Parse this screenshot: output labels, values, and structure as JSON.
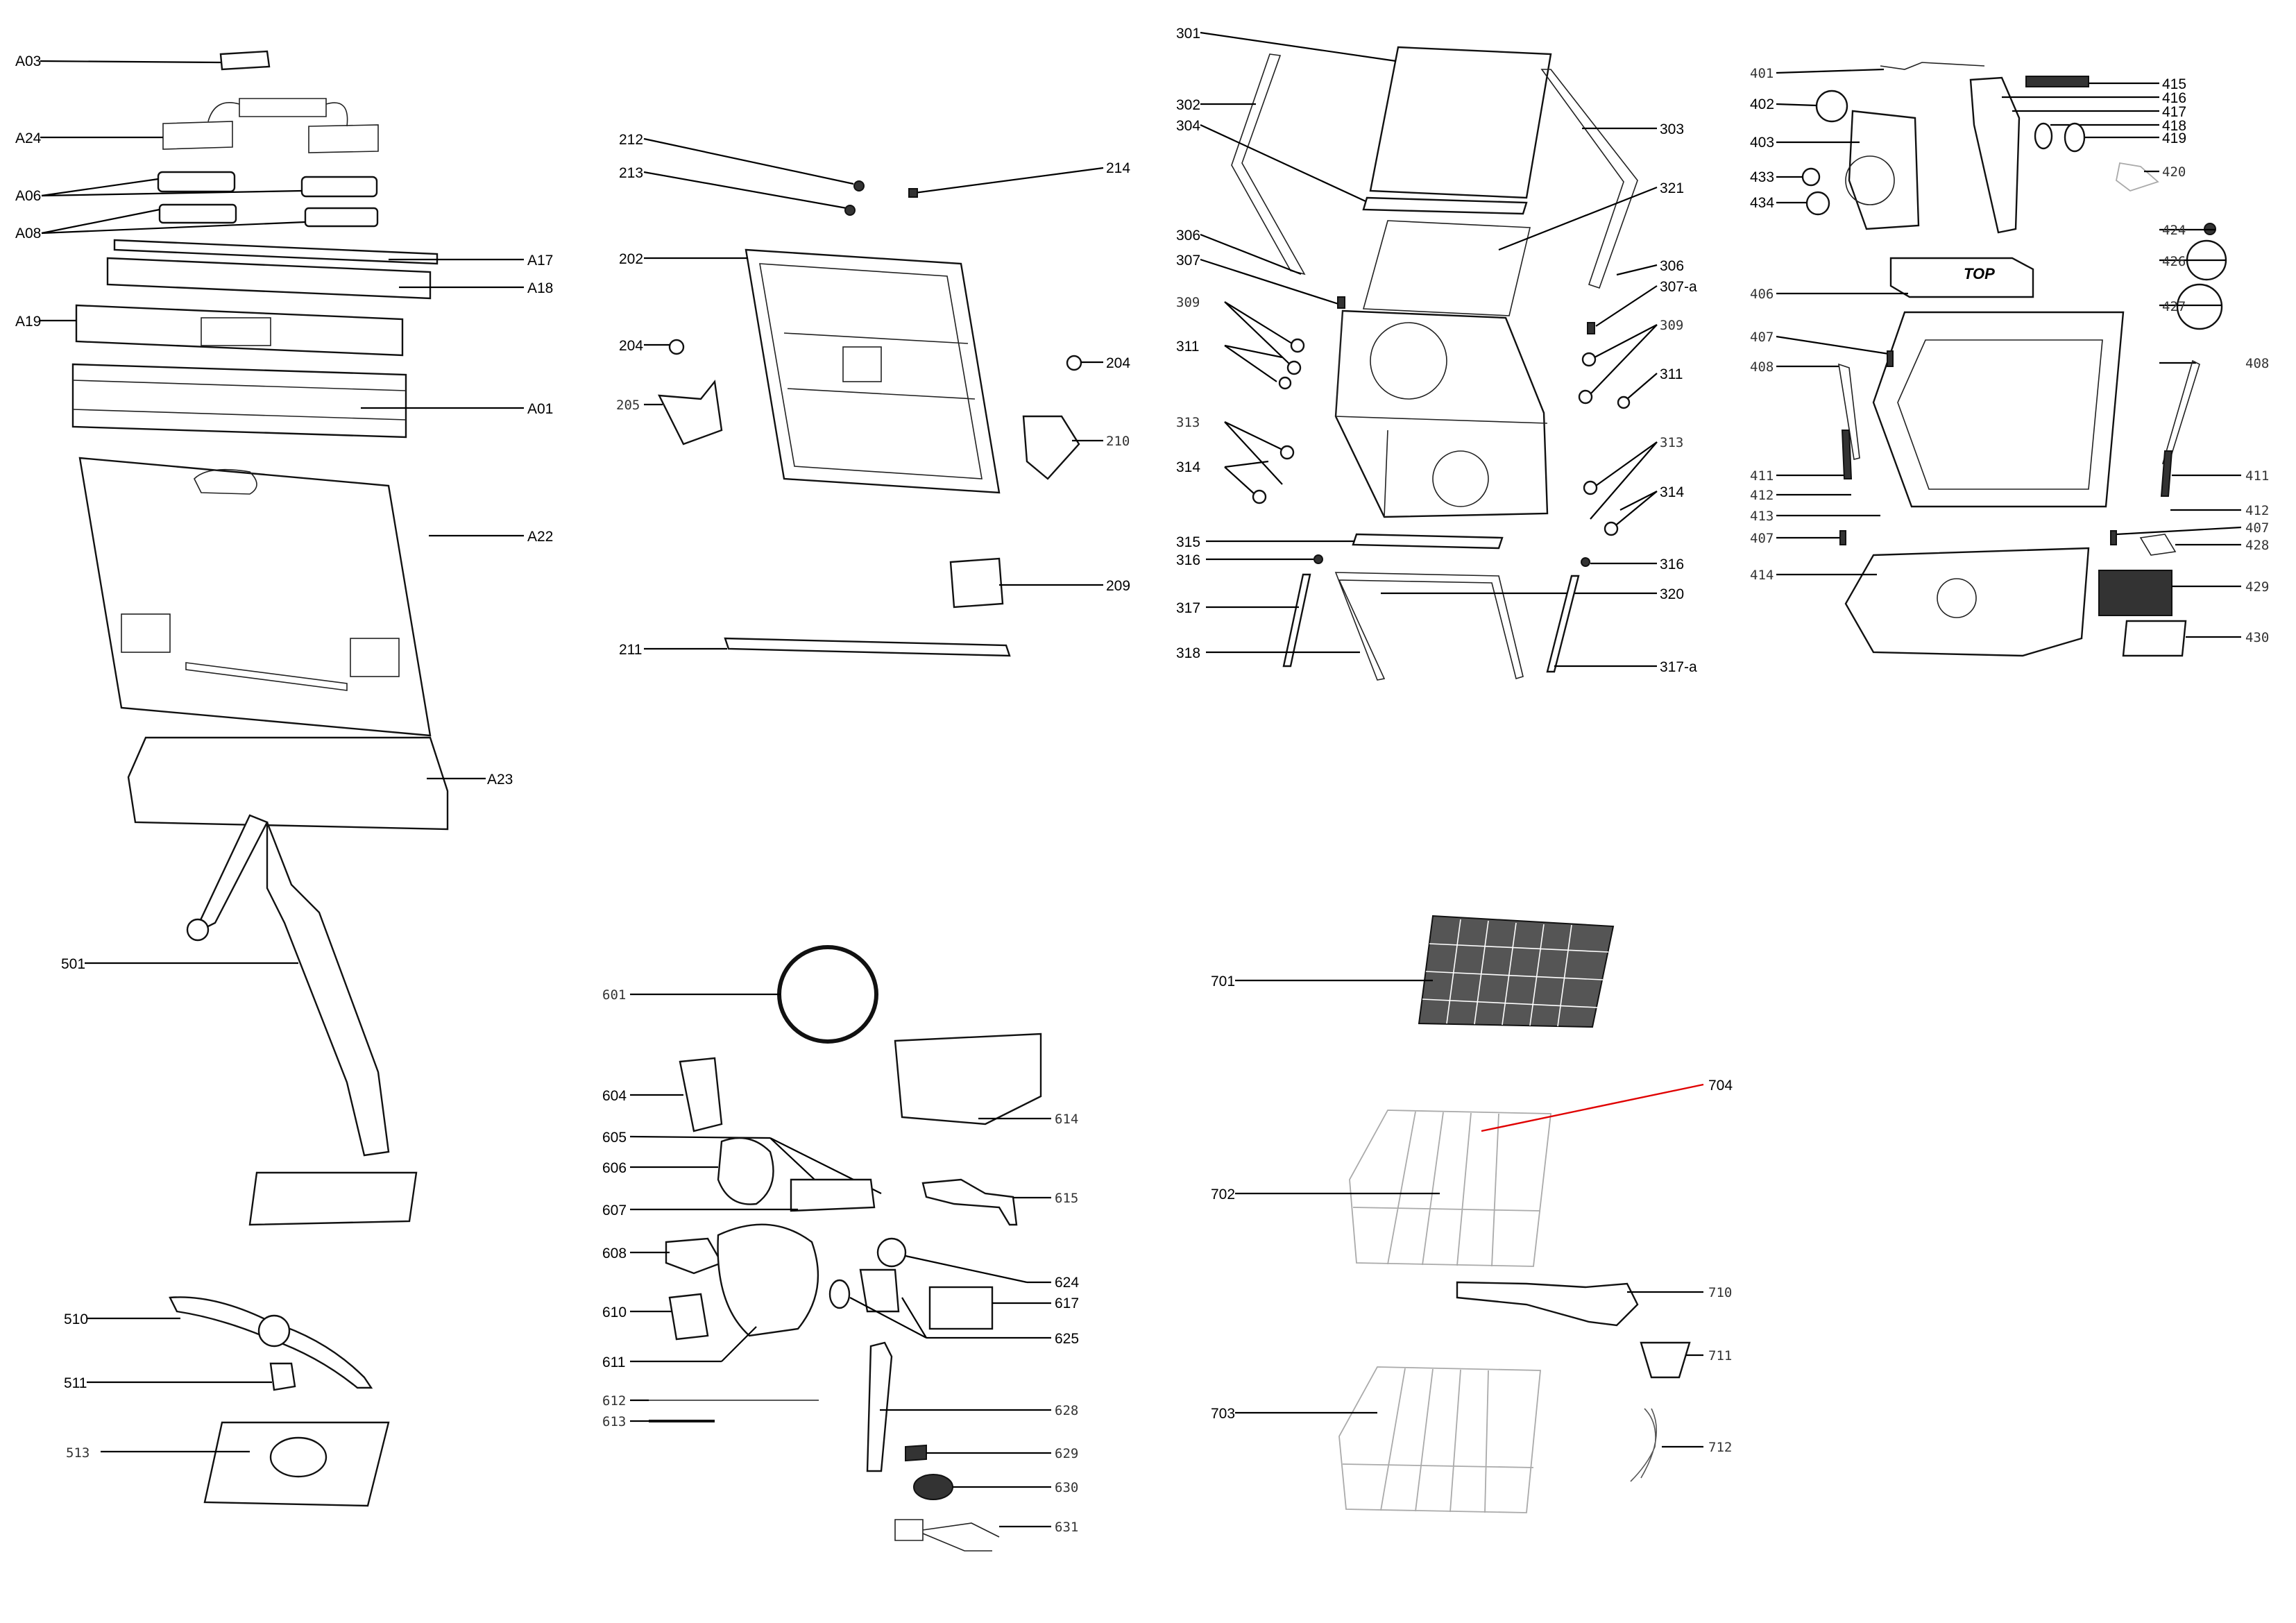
{
  "highlight_color": "#e00000",
  "labels": {
    "A03": "A03",
    "A24": "A24",
    "A06": "A06",
    "A08": "A08",
    "A17": "A17",
    "A18": "A18",
    "A19": "A19",
    "A01": "A01",
    "A22": "A22",
    "A23": "A23",
    "501": "501",
    "510": "510",
    "511": "511",
    "513": "513",
    "212": "212",
    "213": "213",
    "214": "214",
    "202": "202",
    "204a": "204",
    "204b": "204",
    "205": "205",
    "210": "210",
    "209": "209",
    "211": "211",
    "301": "301",
    "302": "302",
    "304": "304",
    "303": "303",
    "321": "321",
    "306a": "306",
    "307": "307",
    "306b": "306",
    "307a": "307-a",
    "309a": "309",
    "311a": "311",
    "309b": "309",
    "311b": "311",
    "313a": "313",
    "314a": "314",
    "313b": "313",
    "314b": "314",
    "315": "315",
    "316a": "316",
    "316b": "316",
    "317": "317",
    "320": "320",
    "318": "318",
    "317a": "317-a",
    "401": "401",
    "402": "402",
    "403": "403",
    "433": "433",
    "434": "434",
    "415": "415",
    "416": "416",
    "417": "417",
    "418": "418",
    "419": "419",
    "420": "420",
    "406": "406",
    "424": "424",
    "426": "426",
    "427": "427",
    "407a": "407",
    "408a": "408",
    "408b": "408",
    "411a": "411",
    "411b": "411",
    "412a": "412",
    "412b": "412",
    "413": "413",
    "407b": "407",
    "407c": "407",
    "428": "428",
    "414": "414",
    "429": "429",
    "430": "430",
    "601": "601",
    "604": "604",
    "605": "605",
    "606": "606",
    "607": "607",
    "608": "608",
    "610": "610",
    "611": "611",
    "612": "612",
    "613": "613",
    "614": "614",
    "615": "615",
    "624": "624",
    "617": "617",
    "625": "625",
    "628": "628",
    "629": "629",
    "630": "630",
    "631": "631",
    "701": "701",
    "704": "704",
    "702": "702",
    "710": "710",
    "711": "711",
    "703": "703",
    "712": "712"
  },
  "box_text": "TOP"
}
